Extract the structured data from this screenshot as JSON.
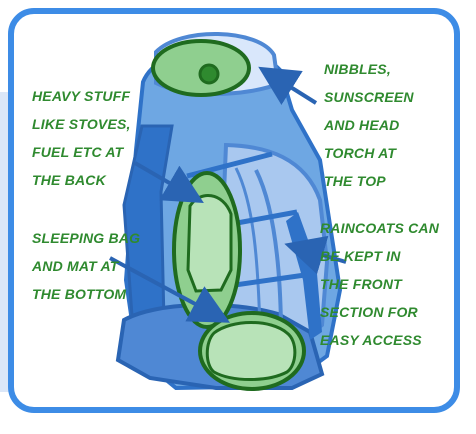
{
  "labels": {
    "heavy_stuff": "HEAVY STUFF\nLIKE STOVES,\nFUEL ETC AT\nTHE BACK",
    "sleeping_bag": "SLEEPING BAG\nAND MAT AT\nTHE BOTTOM",
    "nibbles": "NIBBLES,\nSUNSCREEN\nAND HEAD\nTORCH AT\nTHE TOP",
    "raincoats": "RAINCOATS CAN\nBE KEPT IN\nTHE FRONT\nSECTION FOR\nEASY ACCESS"
  },
  "colors": {
    "frame": "#3d8ce6",
    "label_text": "#2f8a2f",
    "arrow": "#2a64b3",
    "pack_light": "#a9c8ef",
    "pack_mid": "#6ea7e3",
    "pack_dark": "#2f72c8",
    "highlight_fill": "#8fcf8f",
    "highlight_stroke": "#1f6b1f"
  }
}
